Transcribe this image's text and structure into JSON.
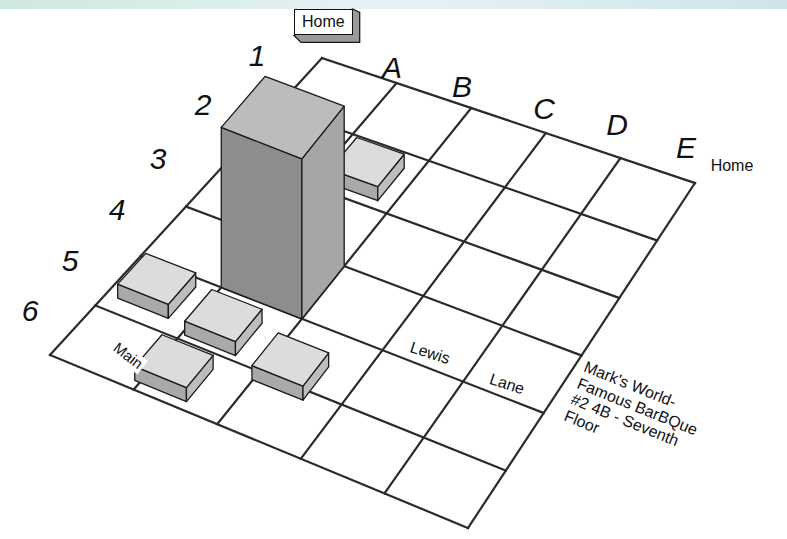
{
  "diagram": {
    "nodes": [
      {
        "text": [
          "Home"
        ]
      }
    ],
    "labels": [
      "1",
      "2",
      "3",
      "4",
      "5",
      "6",
      "A",
      "B",
      "C",
      "D",
      "E",
      "Home",
      "Main",
      "Lewis",
      "Lane",
      "Mark's World- Famous BarBQue #2 4B - Seventh Floor"
    ]
  }
}
